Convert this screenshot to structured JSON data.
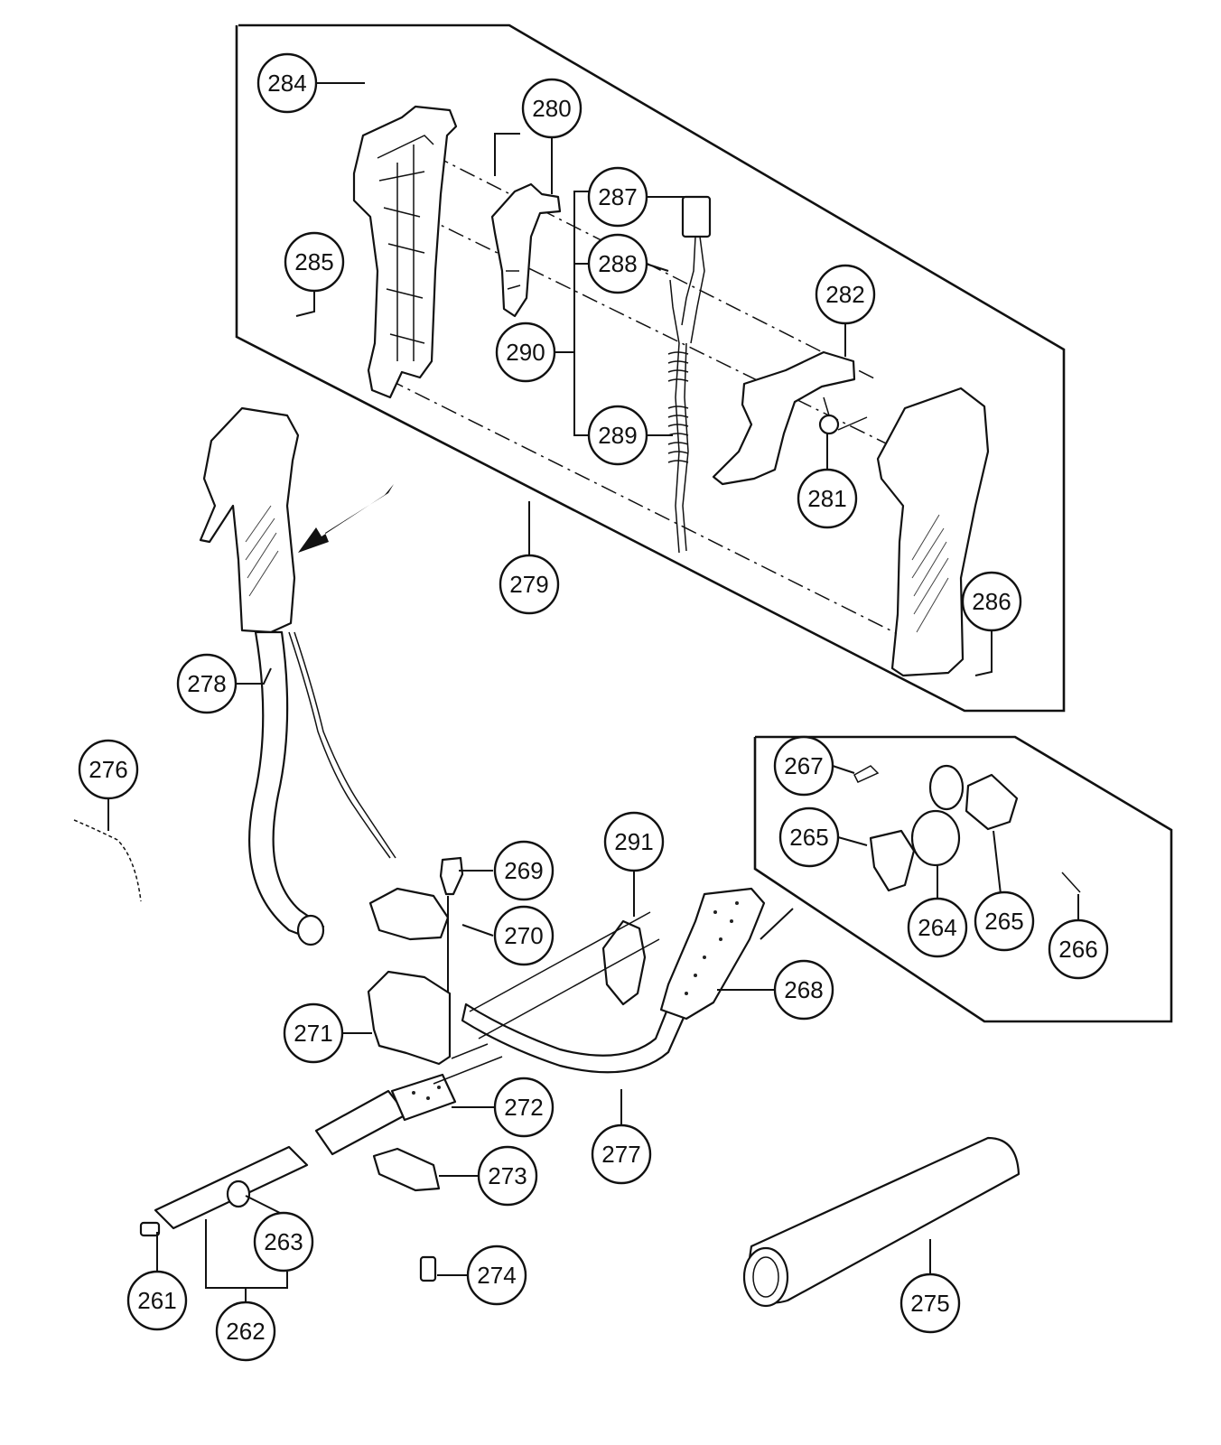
{
  "parts": [
    {
      "id": "p284",
      "label": "284"
    },
    {
      "id": "p280",
      "label": "280"
    },
    {
      "id": "p287",
      "label": "287"
    },
    {
      "id": "p288",
      "label": "288"
    },
    {
      "id": "p285",
      "label": "285"
    },
    {
      "id": "p282",
      "label": "282"
    },
    {
      "id": "p290",
      "label": "290"
    },
    {
      "id": "p289",
      "label": "289"
    },
    {
      "id": "p281",
      "label": "281"
    },
    {
      "id": "p279",
      "label": "279"
    },
    {
      "id": "p286",
      "label": "286"
    },
    {
      "id": "p278",
      "label": "278"
    },
    {
      "id": "p276",
      "label": "276"
    },
    {
      "id": "p267",
      "label": "267"
    },
    {
      "id": "p265a",
      "label": "265"
    },
    {
      "id": "p291",
      "label": "291"
    },
    {
      "id": "p269",
      "label": "269"
    },
    {
      "id": "p270",
      "label": "270"
    },
    {
      "id": "p264",
      "label": "264"
    },
    {
      "id": "p265b",
      "label": "265"
    },
    {
      "id": "p266",
      "label": "266"
    },
    {
      "id": "p268",
      "label": "268"
    },
    {
      "id": "p271",
      "label": "271"
    },
    {
      "id": "p272",
      "label": "272"
    },
    {
      "id": "p277",
      "label": "277"
    },
    {
      "id": "p273",
      "label": "273"
    },
    {
      "id": "p263",
      "label": "263"
    },
    {
      "id": "p274",
      "label": "274"
    },
    {
      "id": "p261",
      "label": "261"
    },
    {
      "id": "p262",
      "label": "262"
    },
    {
      "id": "p275",
      "label": "275"
    }
  ]
}
